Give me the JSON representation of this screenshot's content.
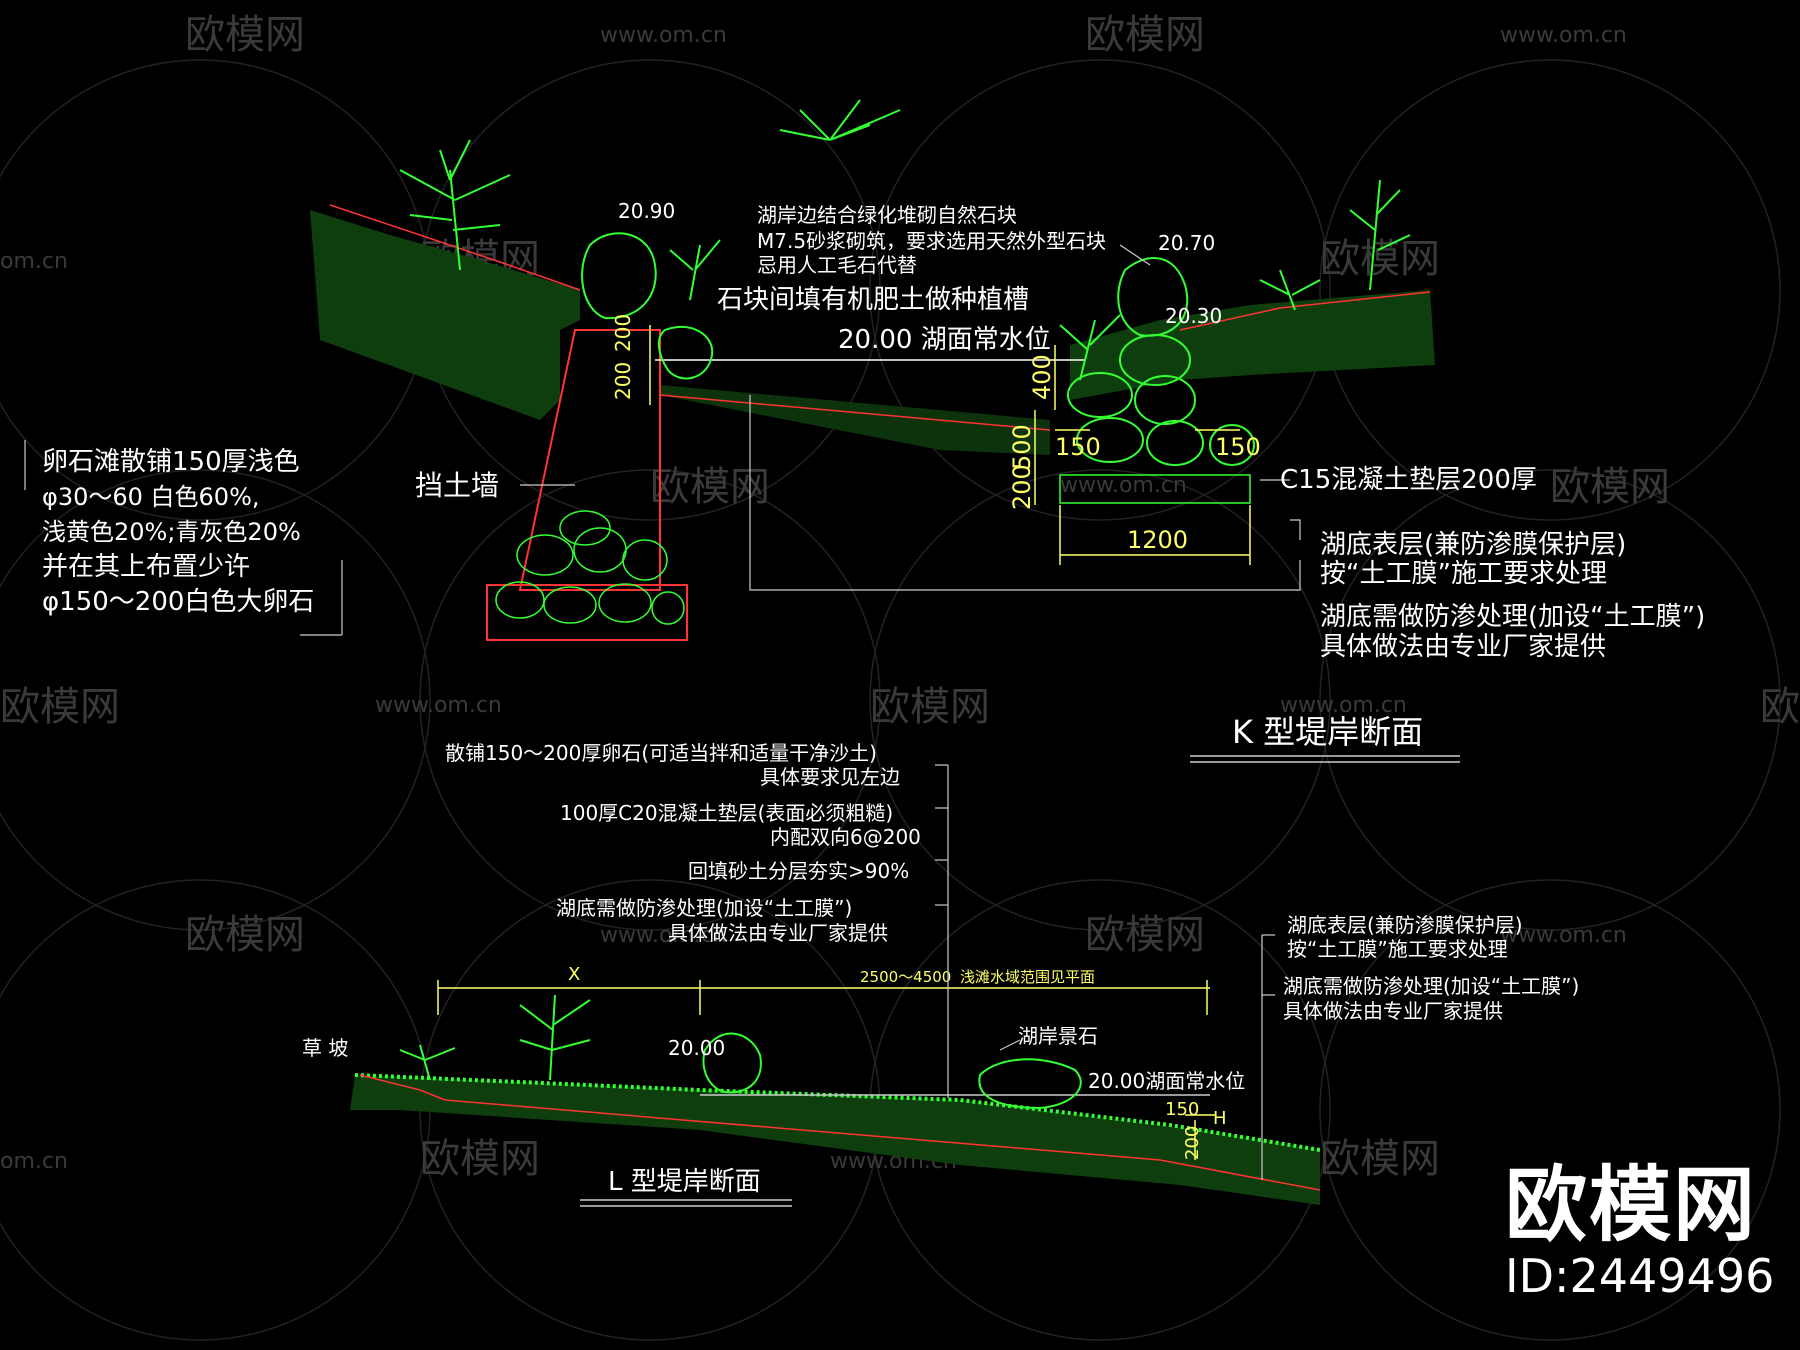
{
  "watermarks": {
    "site": "www.om.cn",
    "site_short": "om.cn",
    "brand": "欧模网"
  },
  "brand_badge": {
    "name": "欧模网",
    "id": "ID:2449496"
  },
  "k_section": {
    "title": "K 型堤岸断面",
    "elev_left": "20.90",
    "elev_right_top": "20.70",
    "elev_right_mid": "20.30",
    "stone_note": [
      "湖岸边结合绿化堆砌自然石块",
      "M7.5砂浆砌筑，要求选用天然外型石块",
      "忌用人工毛石代替"
    ],
    "planting": "石块间填有机肥土做种植槽",
    "water_level": "20.00 湖面常水位",
    "pebble_note": [
      "卵石滩散铺150厚浅色",
      "φ30～60 白色60%,",
      "浅黄色20%;青灰色20%",
      "并在其上布置少许",
      "φ150～200白色大卵石"
    ],
    "retaining_wall": "挡土墙",
    "concrete_base": "C15混凝土垫层200厚",
    "lake_surface": [
      "湖底表层(兼防渗膜保护层)",
      "按“土工膜”施工要求处理"
    ],
    "lake_seepage": [
      "湖底需做防渗处理(加设“土工膜”)",
      "具体做法由专业厂家提供"
    ],
    "dims": {
      "left_top": "200",
      "left_bottom": "200",
      "h400": "400",
      "h500": "500",
      "h200": "200",
      "w150_left": "150",
      "w150_right": "150",
      "w1200": "1200"
    }
  },
  "l_section": {
    "title": "L 型堤岸断面",
    "notes": [
      [
        "散铺150～200厚卵石(可适当拌和适量干净沙土)",
        "具体要求见左边"
      ],
      [
        "100厚C20混凝土垫层(表面必须粗糙)",
        "内配双向6@200"
      ],
      [
        "回填砂土分层夯实>90%"
      ],
      [
        "湖底需做防渗处理(加设“土工膜”)",
        "具体做法由专业厂家提供"
      ]
    ],
    "right_notes": [
      [
        "湖底表层(兼防渗膜保护层)",
        "按“土工膜”施工要求处理"
      ],
      [
        "湖底需做防渗处理(加设“土工膜”)",
        "具体做法由专业厂家提供"
      ]
    ],
    "dim_x": "X",
    "dim_range": "2500～4500",
    "dim_range_note": "浅滩水域范围见平面",
    "grass_slope": "草 坡",
    "elev": "20.00",
    "rock": "湖岸景石",
    "water_level": "20.00湖面常水位",
    "dim_150": "150",
    "dim_h": "H",
    "dim_200": "200"
  },
  "colors": {
    "plant": "#33ff33",
    "ground": "#1f8f1f",
    "wall": "#ff3333",
    "leader": "#cccccc",
    "dimension": "#ffff66",
    "watermark": "#3a3a3a"
  }
}
